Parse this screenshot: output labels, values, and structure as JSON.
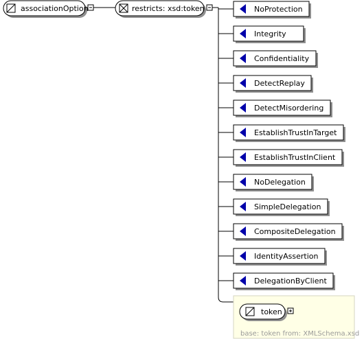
{
  "root": {
    "label": "associationOption"
  },
  "restriction": {
    "label": "restricts: xsd:token"
  },
  "enumerations": [
    "NoProtection",
    "Integrity",
    "Confidentiality",
    "DetectReplay",
    "DetectMisordering",
    "EstablishTrustInTarget",
    "EstablishTrustInClient",
    "NoDelegation",
    "SimpleDelegation",
    "CompositeDelegation",
    "IdentityAssertion",
    "DelegationByClient"
  ],
  "base_type": {
    "label": "token",
    "footer": "base: token from: XMLSchema.xsd"
  },
  "colors": {
    "enum_arrow": "#0000aa",
    "type_panel_bg": "#ffffe6",
    "footer_text": "#9a9a9a"
  }
}
